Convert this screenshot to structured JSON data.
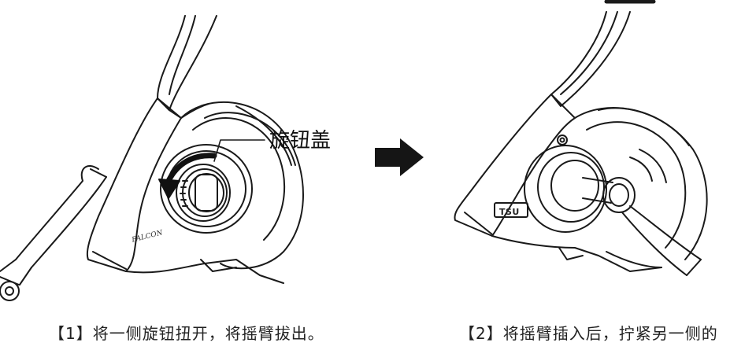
{
  "captions": {
    "step1": "【1】将一侧旋钮扭开，将摇臂拔出。",
    "step2": "【2】将摇臂插入后，拧紧另一侧的"
  },
  "callout": {
    "label": "旋钮盖"
  },
  "labels": {
    "brand_plate": "TSU",
    "reel_logo": "FALCON"
  },
  "icons": {
    "rotate": "curved-arrow-icon",
    "next_step": "right-arrow-icon"
  },
  "colors": {
    "line": "#1a1a1a",
    "background": "#ffffff"
  }
}
